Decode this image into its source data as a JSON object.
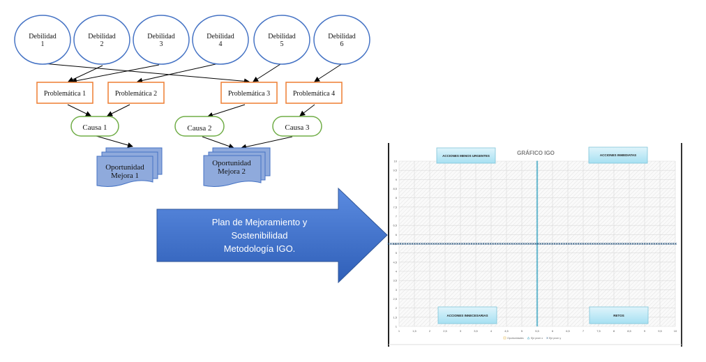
{
  "diagram": {
    "debilidades": [
      {
        "line1": "Debilidad",
        "line2": "1"
      },
      {
        "line1": "Debilidad",
        "line2": "2"
      },
      {
        "line1": "Debilidad",
        "line2": "3"
      },
      {
        "line1": "Debilidad",
        "line2": "4"
      },
      {
        "line1": "Debilidad",
        "line2": "5"
      },
      {
        "line1": "Debilidad",
        "line2": "6"
      }
    ],
    "problematicas": [
      "Problemática 1",
      "Problemática 2",
      "Problemática 3",
      "Problemática 4"
    ],
    "causas": [
      "Causa 1",
      "Causa 2",
      "Causa 3"
    ],
    "oportunidades": [
      {
        "line1": "Oportunidad",
        "line2": "Mejora 1"
      },
      {
        "line1": "Oportunidad",
        "line2": "Mejora 2"
      }
    ],
    "arrow": {
      "line1": "Plan de Mejoramiento y",
      "line2": "Sostenibilidad",
      "line3": "Metodología IGO."
    },
    "colors": {
      "debilidad": "#4472c4",
      "problematica": "#ed7d31",
      "causa": "#70ad47",
      "oportunidad": "#8faadc",
      "arrow": "#3c6fc8"
    }
  },
  "chart_data": {
    "type": "scatter",
    "title": "GRÁFICO IGO",
    "xlim": [
      1,
      10
    ],
    "ylim": [
      1,
      10
    ],
    "x_ticks": [
      "1",
      "1,5",
      "2",
      "2,5",
      "3",
      "3,5",
      "4",
      "4,5",
      "5",
      "5,5",
      "6",
      "6,5",
      "7",
      "7,5",
      "8",
      "8,5",
      "9",
      "9,5",
      "10"
    ],
    "y_ticks": [
      "1",
      "1,5",
      "2",
      "2,5",
      "3",
      "3,5",
      "4",
      "4,5",
      "5",
      "5,5",
      "6",
      "6,5",
      "7",
      "7,5",
      "8",
      "8,5",
      "9",
      "9,5",
      "10"
    ],
    "grid": true,
    "legend_position": "bottom",
    "series": [
      {
        "name": "Oportunidades",
        "marker": "square",
        "color": "#e8c060",
        "points": []
      },
      {
        "name": "Eje prom x",
        "marker": "triangle",
        "color": "#4bacc6",
        "x_constant": 5.5
      },
      {
        "name": "Eje prom y",
        "marker": "x",
        "color": "#1f4e79",
        "y_constant": 5.5
      }
    ],
    "quadrant_labels": {
      "top_left": "ACCIONES MENOS URGENTES",
      "top_right": "ACCIONES INMEDIATAS",
      "bottom_left": "ACCIONES INNECESARIAS",
      "bottom_right": "RETOS"
    }
  }
}
